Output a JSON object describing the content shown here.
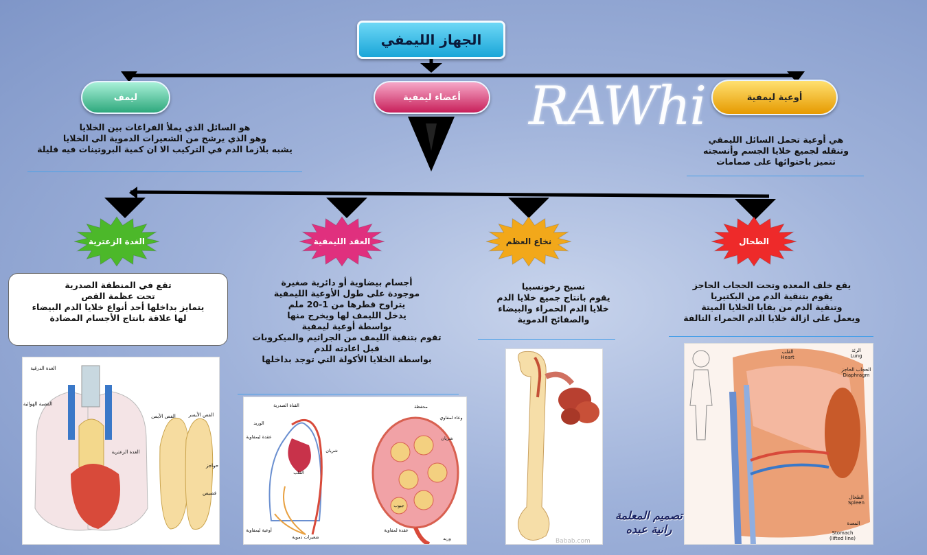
{
  "title": "الجهاز الليمفي",
  "watermark": "RAWhi",
  "top_nodes": {
    "lymph": {
      "label": "ليمف",
      "lines": [
        "هو السائل الذي يملأ الفراغات بين الخلايا",
        "وهو الذي يرشح من الشعيرات الدموية الى الخلايا",
        "يشبه بلازما الدم في التركيب الا ان كمية البروتينات فيه قليلة"
      ]
    },
    "organs": {
      "label": "أعضاء ليمفية"
    },
    "vessels": {
      "label": "أوعية ليمفية",
      "lines": [
        "هي أوعية تحمل السائل الليمفي",
        "وتنقله لجميع خلايا الجسم وأنسجته",
        "تتميز باحتوائها على صمامات"
      ]
    }
  },
  "organs": {
    "thymus": {
      "label": "الغدة الزعترية",
      "lines": [
        "تقع في المنطقة الصدرية",
        "تحت عظمة القص",
        "يتمايز بداخلها أحد أنواع خلايا الدم البيضاء",
        "لها علاقة بانتاج الأجسام المضادة"
      ]
    },
    "nodes": {
      "label": "العقد الليمفية",
      "lines": [
        "أجسام بيضاوية أو دائرية صغيرة",
        "موجودة على طول الأوعية الليمفية",
        "يتراوح قطرها من 1-20 ملم",
        "يدخل الليمف لها ويخرج منها",
        "بواسطة أوعية ليمفية",
        "تقوم بتنقية الليمف من الجراثيم والميكروبات",
        "قبل اعادته للدم",
        "بواسطة الخلايا الأكولة التي توجد بداخلها"
      ]
    },
    "marrow": {
      "label": "نخاع العظم",
      "lines": [
        "نسيج رخونسبيا",
        "يقوم بانتاج جميع خلايا الدم",
        "خلايا الدم الحمراء والبيضاء",
        "والصفائح الدموية"
      ]
    },
    "spleen": {
      "label": "الطحال",
      "lines": [
        "يقع خلف المعده وتحت الحجاب الحاجز",
        "يقوم بتنقية الدم من البكتيريا",
        "وتنقية الدم من بقايا الخلايا الميتة",
        "ويعمل على ازالة خلايا الدم الحمراء التالفة"
      ]
    }
  },
  "image_labels": {
    "thymus": [
      "الغدة الدرقية",
      "القصبة الهوائية",
      "الغدة الزعترية",
      "الفص الأيمن",
      "الفص الأيسر",
      "حواجز",
      "فصيص"
    ],
    "nodes": [
      "القناة الصدرية",
      "الوريد",
      "شريان",
      "عقدة ليمفاوية",
      "القلب",
      "شعيرات دموية",
      "أوعية ليمفاوية",
      "محفظة",
      "وعاء لمفاوي",
      "شريان",
      "جيوب",
      "وريد",
      "عقدة لمفاوية"
    ],
    "spleen": [
      "القلب",
      "Heart",
      "الرئة",
      "Lung",
      "الحجاب الحاجز",
      "Diaphragm",
      "الطحال",
      "Spleen",
      "المعدة",
      "Stomach",
      "(lifted line)"
    ],
    "marrow_credit": "Babab.com"
  },
  "credit": {
    "line1": "تصميم المعلمة",
    "line2": "رانية عبده"
  },
  "colors": {
    "title_bg": "#22b4e0",
    "lymph": "#3fbf8f",
    "organs": "#d8306e",
    "vessels": "#f0a800",
    "thymus_star": "#4cb82a",
    "nodes_star": "#e0307e",
    "marrow_star": "#f2a81a",
    "spleen_star": "#ee2a2a"
  }
}
